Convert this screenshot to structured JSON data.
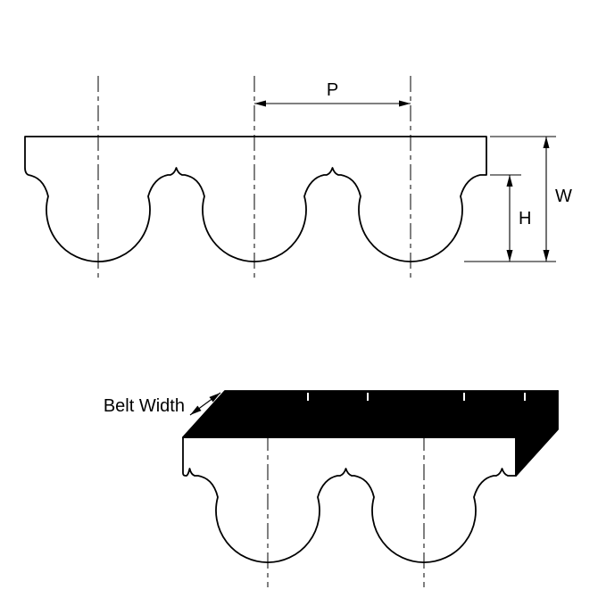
{
  "diagram": {
    "labels": {
      "pitch": "P",
      "overall_height": "W",
      "tooth_height": "H",
      "belt_width": "Belt Width"
    },
    "colors": {
      "line": "#000000",
      "belt_top_fill": "#000000",
      "background": "#ffffff"
    }
  }
}
